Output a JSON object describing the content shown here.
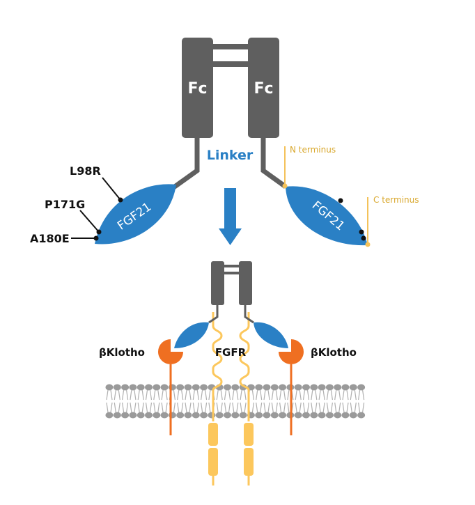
{
  "colors": {
    "fc_gray": "#5f5f5f",
    "fgf21_blue": "#2a80c5",
    "linker_blue": "#2a80c5",
    "terminus_gold": "#e3b23c",
    "terminus_line": "#f4c25a",
    "klotho_orange": "#ef6f21",
    "fgfr_yellow": "#fcc75c",
    "membrane_gray": "#9a9a9a",
    "mutation_dot": "#111111"
  },
  "top_construct": {
    "fc_left_label": "Fc",
    "fc_right_label": "Fc",
    "linker_label": "Linker",
    "fgf21_left_label": "FGF21",
    "fgf21_right_label": "FGF21",
    "n_terminus_label": "N terminus",
    "c_terminus_label": "C terminus",
    "mutations": [
      "L98R",
      "P171G",
      "A180E"
    ]
  },
  "arrow": {
    "icon": "down-arrow-icon"
  },
  "bottom_complex": {
    "klotho_left_label": "βKlotho",
    "klotho_right_label": "βKlotho",
    "fgfr_label": "FGFR",
    "membrane": "lipid-bilayer"
  }
}
